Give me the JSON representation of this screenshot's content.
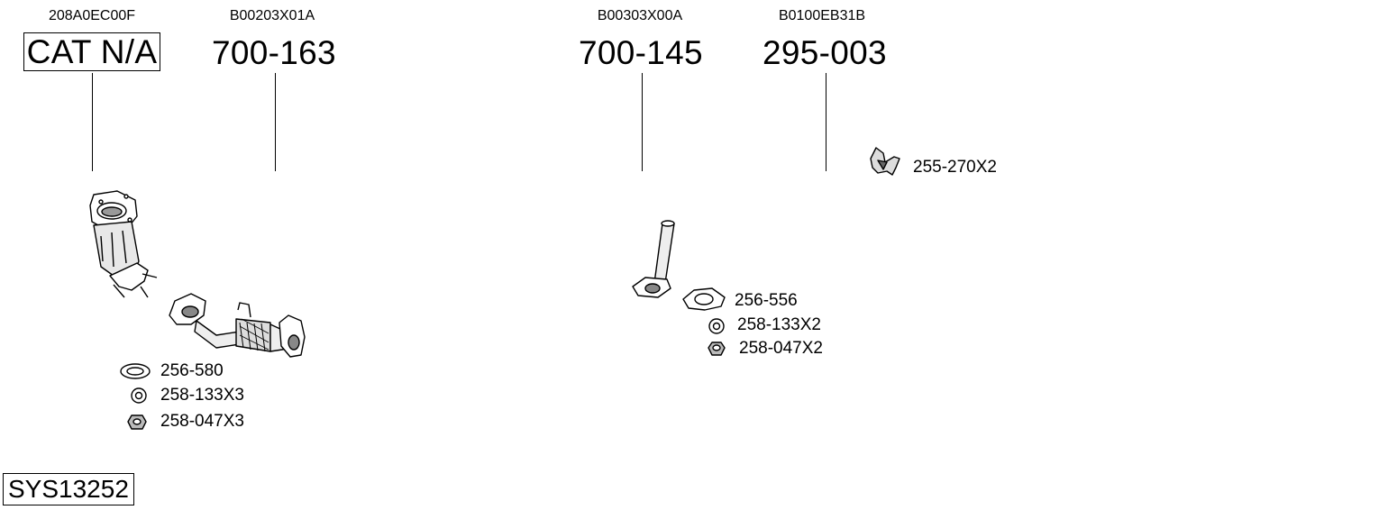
{
  "columns": [
    {
      "oem": "208A0EC00F",
      "part_no": "CAT N/A"
    },
    {
      "oem": "B00203X01A",
      "part_no": "700-163"
    },
    {
      "oem": "B00303X00A",
      "part_no": "700-145"
    },
    {
      "oem": "B0100EB31B",
      "part_no": "295-003"
    }
  ],
  "accessories": {
    "group1": [
      "256-580",
      "258-133X3",
      "258-047X3"
    ],
    "group2": [
      "256-556",
      "258-133X2",
      "258-047X2"
    ],
    "bracket": "255-270X2"
  },
  "system_id": "SYS13252"
}
